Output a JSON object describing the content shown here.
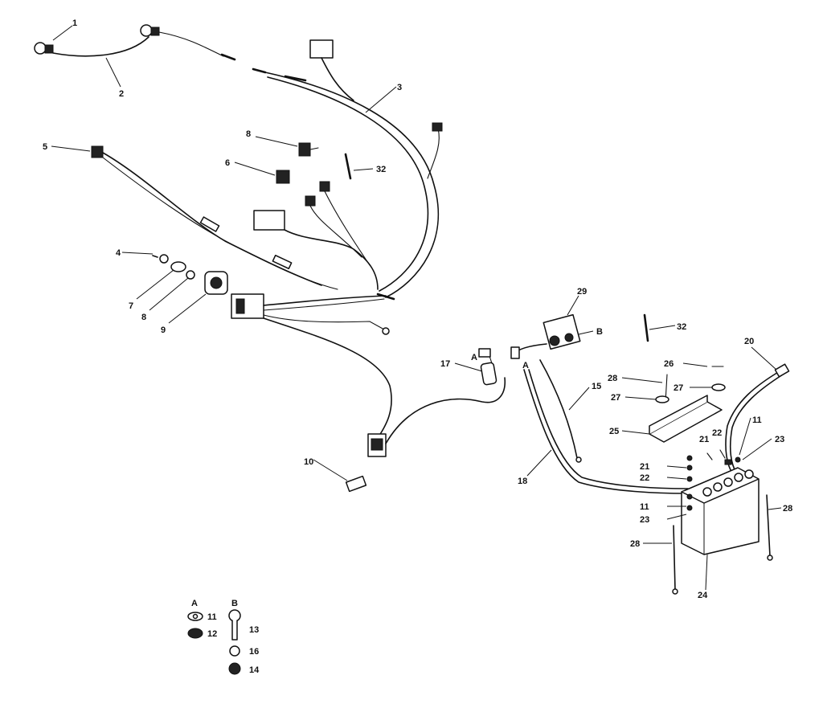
{
  "callouts": {
    "c1": "1",
    "c2": "2",
    "c3": "3",
    "c4": "4",
    "c5": "5",
    "c6": "6",
    "c7": "7",
    "c8": "8",
    "c8b": "8",
    "c9": "9",
    "c10": "10",
    "c11a": "11",
    "c11b": "11",
    "c11c": "11",
    "c12": "12",
    "c13": "13",
    "c14": "14",
    "c15": "15",
    "c16": "16",
    "c17": "17",
    "c18": "18",
    "c20": "20",
    "c21a": "21",
    "c21b": "21",
    "c22a": "22",
    "c22b": "22",
    "c23a": "23",
    "c23b": "23",
    "c24": "24",
    "c25": "25",
    "c26": "26",
    "c27a": "27",
    "c27b": "27",
    "c28a": "28",
    "c28b": "28",
    "c28c": "28",
    "c29": "29",
    "c32a": "32",
    "c32b": "32",
    "refA1": "A",
    "refA2": "A",
    "refB1": "B",
    "refA3": "A",
    "refB2": "B"
  }
}
